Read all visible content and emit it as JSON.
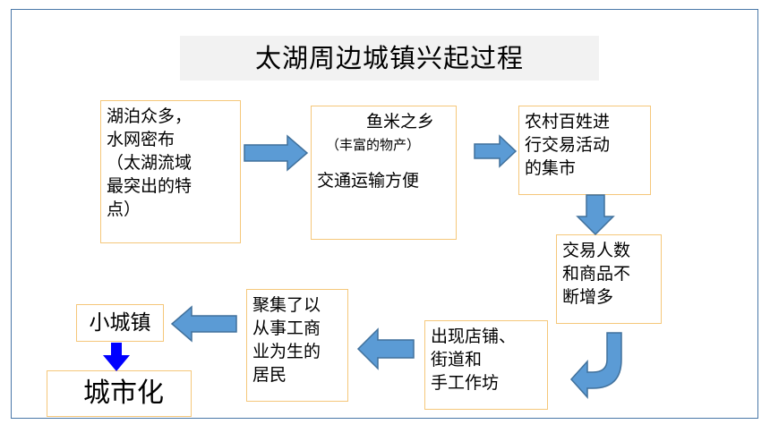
{
  "title": "太湖周边城镇兴起过程",
  "boxes": {
    "b1": [
      "湖泊众多，",
      "水网密布",
      "（太湖流域",
      "最突出的特",
      "点）"
    ],
    "b2": {
      "line1": "鱼米之乡",
      "line2": "（丰富的物产）",
      "line3": "交通运输方便"
    },
    "b3": [
      "农村百姓进",
      "行交易活动",
      "的集市"
    ],
    "b4": [
      "交易人数",
      "和商品不",
      "断增多"
    ],
    "b5": [
      "出现店铺、",
      "街道和",
      "手工作坊"
    ],
    "b6": [
      "聚集了以",
      "从事工商",
      "业为生的",
      "居民"
    ],
    "b7": "小城镇",
    "b8": "城市化"
  },
  "colors": {
    "arrow_fill": "#5b9bd5",
    "arrow_stroke": "#41719c",
    "down_arrow": "#0000ff",
    "box_border": "#f5c77a",
    "frame": "#4a78a8"
  }
}
